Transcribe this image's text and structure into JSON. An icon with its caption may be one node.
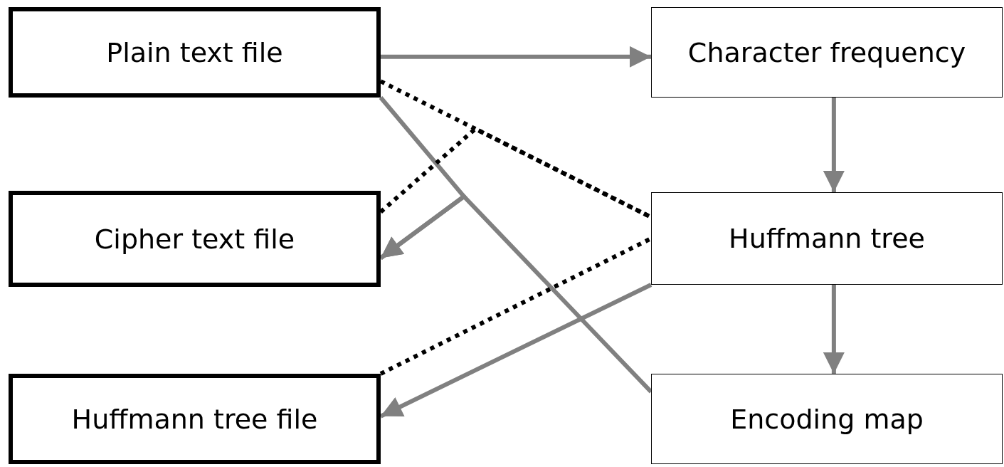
{
  "diagram": {
    "nodes": [
      {
        "text": [
          "Plain text file"
        ]
      },
      {
        "text": [
          "Cipher text file"
        ]
      },
      {
        "text": [
          "Huffmann tree file"
        ]
      },
      {
        "text": [
          "Character frequency"
        ]
      },
      {
        "text": [
          "Huffmann tree"
        ]
      },
      {
        "text": [
          "Encoding map"
        ]
      }
    ],
    "edges": [
      {
        "from": 0,
        "to": 3,
        "arrow": "to"
      },
      {
        "from": 3,
        "to": 4,
        "arrow": "to"
      },
      {
        "from": 4,
        "to": 5,
        "arrow": "to"
      },
      {
        "from": 4,
        "to": 2,
        "arrow": "to"
      },
      {
        "from": 0,
        "to": 1,
        "arrow": "to"
      },
      {
        "from": 5,
        "to": 1,
        "arrow": "to"
      },
      {
        "from": 0,
        "to": 4,
        "arrow": "none",
        "style": "dashed",
        "color": "#000000"
      },
      {
        "from": 1,
        "to": 4,
        "arrow": "none",
        "style": "dashed",
        "color": "#000000"
      },
      {
        "from": 2,
        "to": 4,
        "arrow": "none",
        "style": "dashed",
        "color": "#000000"
      }
    ]
  }
}
